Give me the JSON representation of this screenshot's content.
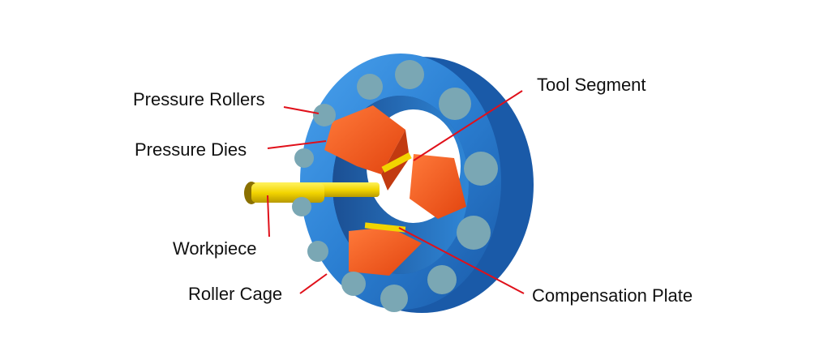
{
  "labels": {
    "pressure_rollers": "Pressure Rollers",
    "pressure_dies": "Pressure Dies",
    "workpiece": "Workpiece",
    "roller_cage": "Roller Cage",
    "tool_segment": "Tool Segment",
    "compensation_plate": "Compensation Plate"
  },
  "colors": {
    "cage": "#2f86d6",
    "cage_dark": "#1a5fae",
    "roller": "#7aa7b4",
    "die": "#ff5a1f",
    "die_dark": "#d9400f",
    "workpiece": "#f2d400",
    "leader": "#e0101a"
  }
}
